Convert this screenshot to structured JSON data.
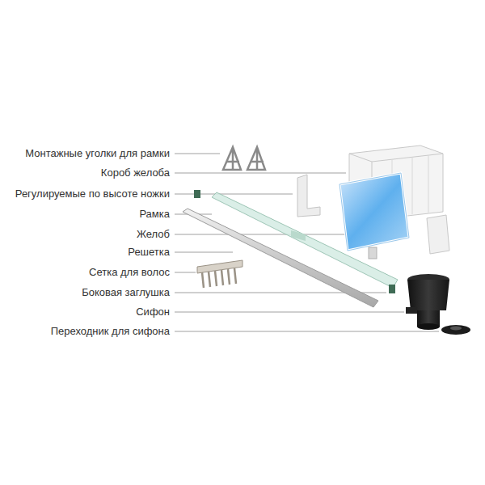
{
  "diagram": {
    "labels": [
      "Монтажные уголки для рамки",
      "Короб желоба",
      "Регулируемые по высоте ножки",
      "Рамка",
      "Желоб",
      "Решетка",
      "Сетка для волос",
      "Боковая заглушка",
      "Сифон",
      "Переходник для сифона"
    ]
  }
}
